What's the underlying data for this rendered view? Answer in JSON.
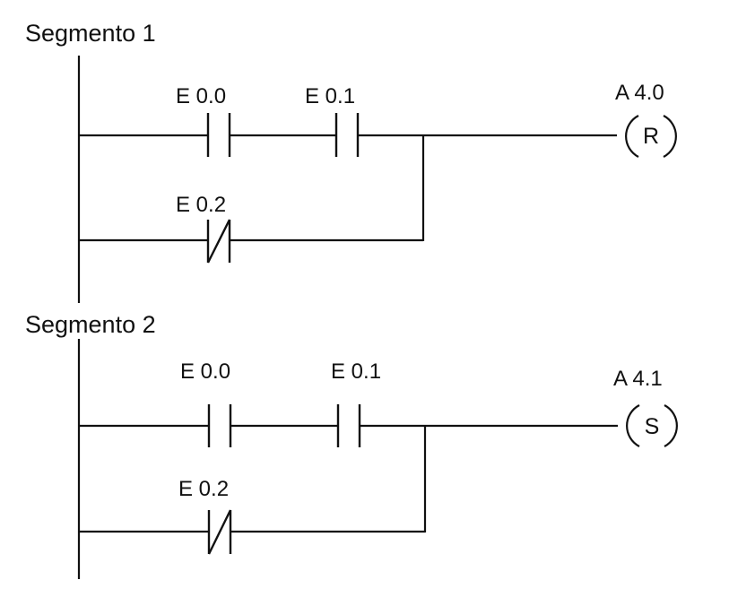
{
  "diagram": {
    "type": "ladder-logic",
    "line_color": "#111111",
    "background": "#ffffff",
    "segments": [
      {
        "title": "Segmento 1",
        "series_contacts": [
          {
            "label": "E 0.0",
            "type": "normally-open"
          },
          {
            "label": "E 0.1",
            "type": "normally-open"
          }
        ],
        "parallel_contact": {
          "label": "E 0.2",
          "type": "normally-closed"
        },
        "coil": {
          "label": "A 4.0",
          "letter": "R",
          "type": "reset"
        }
      },
      {
        "title": "Segmento 2",
        "series_contacts": [
          {
            "label": "E 0.0",
            "type": "normally-open"
          },
          {
            "label": "E 0.1",
            "type": "normally-open"
          }
        ],
        "parallel_contact": {
          "label": "E 0.2",
          "type": "normally-closed"
        },
        "coil": {
          "label": "A 4.1",
          "letter": "S",
          "type": "set"
        }
      }
    ]
  }
}
